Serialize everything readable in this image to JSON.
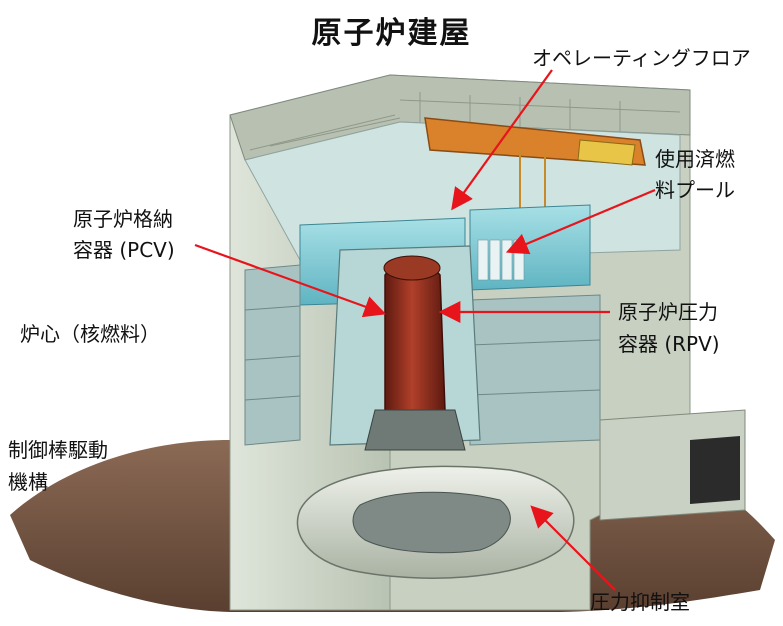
{
  "title": "原子炉建屋",
  "labels": {
    "operating_floor": "オペレーティングフロア",
    "spent_fuel_pool_line1": "使用済燃",
    "spent_fuel_pool_line2": "料プール",
    "pcv_line1": "原子炉格納",
    "pcv_line2": "容器 (PCV)",
    "core": "炉心（核燃料）",
    "rpv_line1": "原子炉圧力",
    "rpv_line2": "容器 (RPV)",
    "crd_line1": "制御棒駆動",
    "crd_line2": "機構",
    "suppression_chamber": "圧力抑制室"
  },
  "colors": {
    "arrow": "#e8141c",
    "concrete": "#cfd6c9",
    "pool_water": "#8fd0d8",
    "crane": "#d9822b",
    "rpv": "#8a2a1c",
    "suppression_ring": "#d7dccf",
    "earth": "#7a5a48"
  }
}
